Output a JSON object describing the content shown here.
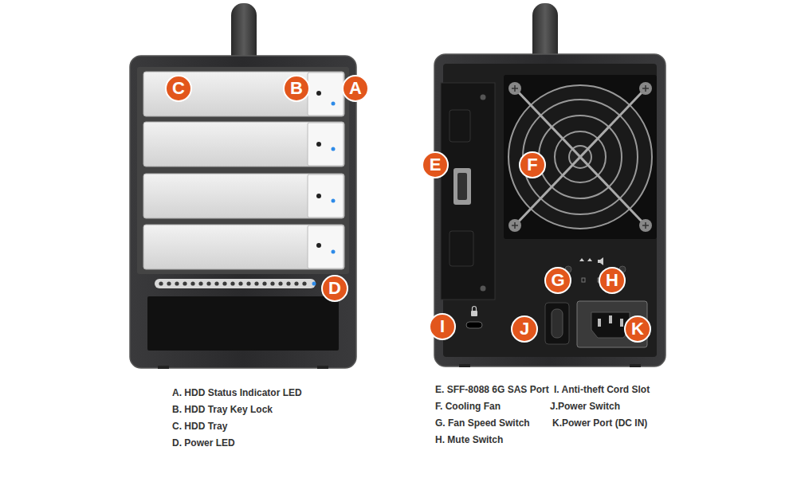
{
  "diagram": {
    "nodes": [
      {
        "text": [
          "C"
        ]
      },
      {
        "text": [
          "B"
        ]
      },
      {
        "text": [
          "A"
        ]
      },
      {
        "text": [
          "D"
        ]
      },
      {
        "text": [
          "E"
        ]
      },
      {
        "text": [
          "F"
        ]
      },
      {
        "text": [
          "G"
        ]
      },
      {
        "text": [
          "H"
        ]
      },
      {
        "text": [
          "I"
        ]
      },
      {
        "text": [
          "J"
        ]
      },
      {
        "text": [
          "K"
        ]
      }
    ],
    "labels": [
      "A. HDD Status Indicator LED",
      "B. HDD Tray Key Lock",
      "C. HDD Tray",
      "D. Power LED",
      "E. SFF-8088 6G SAS Port",
      "I. Anti-theft Cord Slot",
      "F. Cooling Fan",
      "J.Power Switch",
      "G. Fan Speed Switch",
      "K.Power Port (DC IN)",
      "H. Mute Switch"
    ]
  }
}
